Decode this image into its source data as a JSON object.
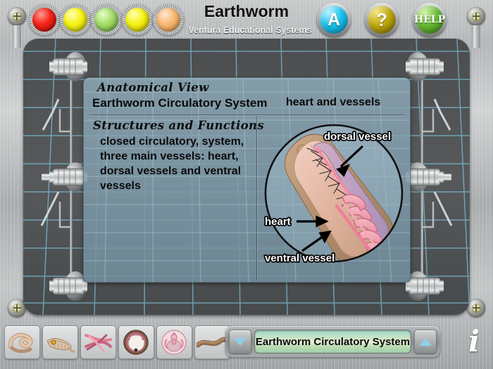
{
  "window": {
    "title": "Earthworm",
    "vendor": "Ventura Educational Systems"
  },
  "titlebar": {
    "lamps": [
      {
        "name": "lamp-red",
        "color": "#f5251b"
      },
      {
        "name": "lamp-yellow-1",
        "color": "#f7f316"
      },
      {
        "name": "lamp-green",
        "color": "#a4dd6a"
      },
      {
        "name": "lamp-yellow-2",
        "color": "#f7f316"
      },
      {
        "name": "lamp-orange",
        "color": "#f8b977"
      }
    ],
    "buttons": [
      {
        "name": "about-button",
        "label": "A",
        "color": "#16c4ef"
      },
      {
        "name": "question-button",
        "label": "?",
        "color": "#bfa90b"
      },
      {
        "name": "help-button",
        "label": "HELP",
        "color": "#66bb34"
      }
    ]
  },
  "panel": {
    "view_label": "Anatomical View",
    "topic_title": "Earthworm Circulatory System",
    "topic_subtitle": "heart and vessels",
    "section_label": "Structures and Functions",
    "section_body": "closed circulatory, system, three main vessels: heart, dorsal vessels and ventral vessels"
  },
  "illustration": {
    "labels": {
      "dorsal": "dorsal vessel",
      "heart": "heart",
      "ventral": "ventral vessel"
    }
  },
  "thumbnails": [
    {
      "name": "thumb-whole-worm",
      "icon": "coiled-worm-icon"
    },
    {
      "name": "thumb-worm-head",
      "icon": "worm-head-icon"
    },
    {
      "name": "thumb-vessels",
      "icon": "crossed-vessels-icon"
    },
    {
      "name": "thumb-cross-section",
      "icon": "cross-section-icon"
    },
    {
      "name": "thumb-anterior-section",
      "icon": "anterior-section-icon"
    },
    {
      "name": "thumb-worm-body",
      "icon": "worm-body-icon"
    }
  ],
  "navigation": {
    "prev_label": "▼",
    "next_label": "▲",
    "display_text": "Earthworm Circulatory System",
    "info_label": "i"
  },
  "colors": {
    "chrome": "#b4b7b9",
    "screen": "#50five",
    "screen_bg": "#4e5052",
    "grid_line": "#7ec1d8",
    "panel_bg": "#8ba6b4",
    "accent_cyan": "#16c4ef",
    "accent_green": "#66bb34"
  }
}
